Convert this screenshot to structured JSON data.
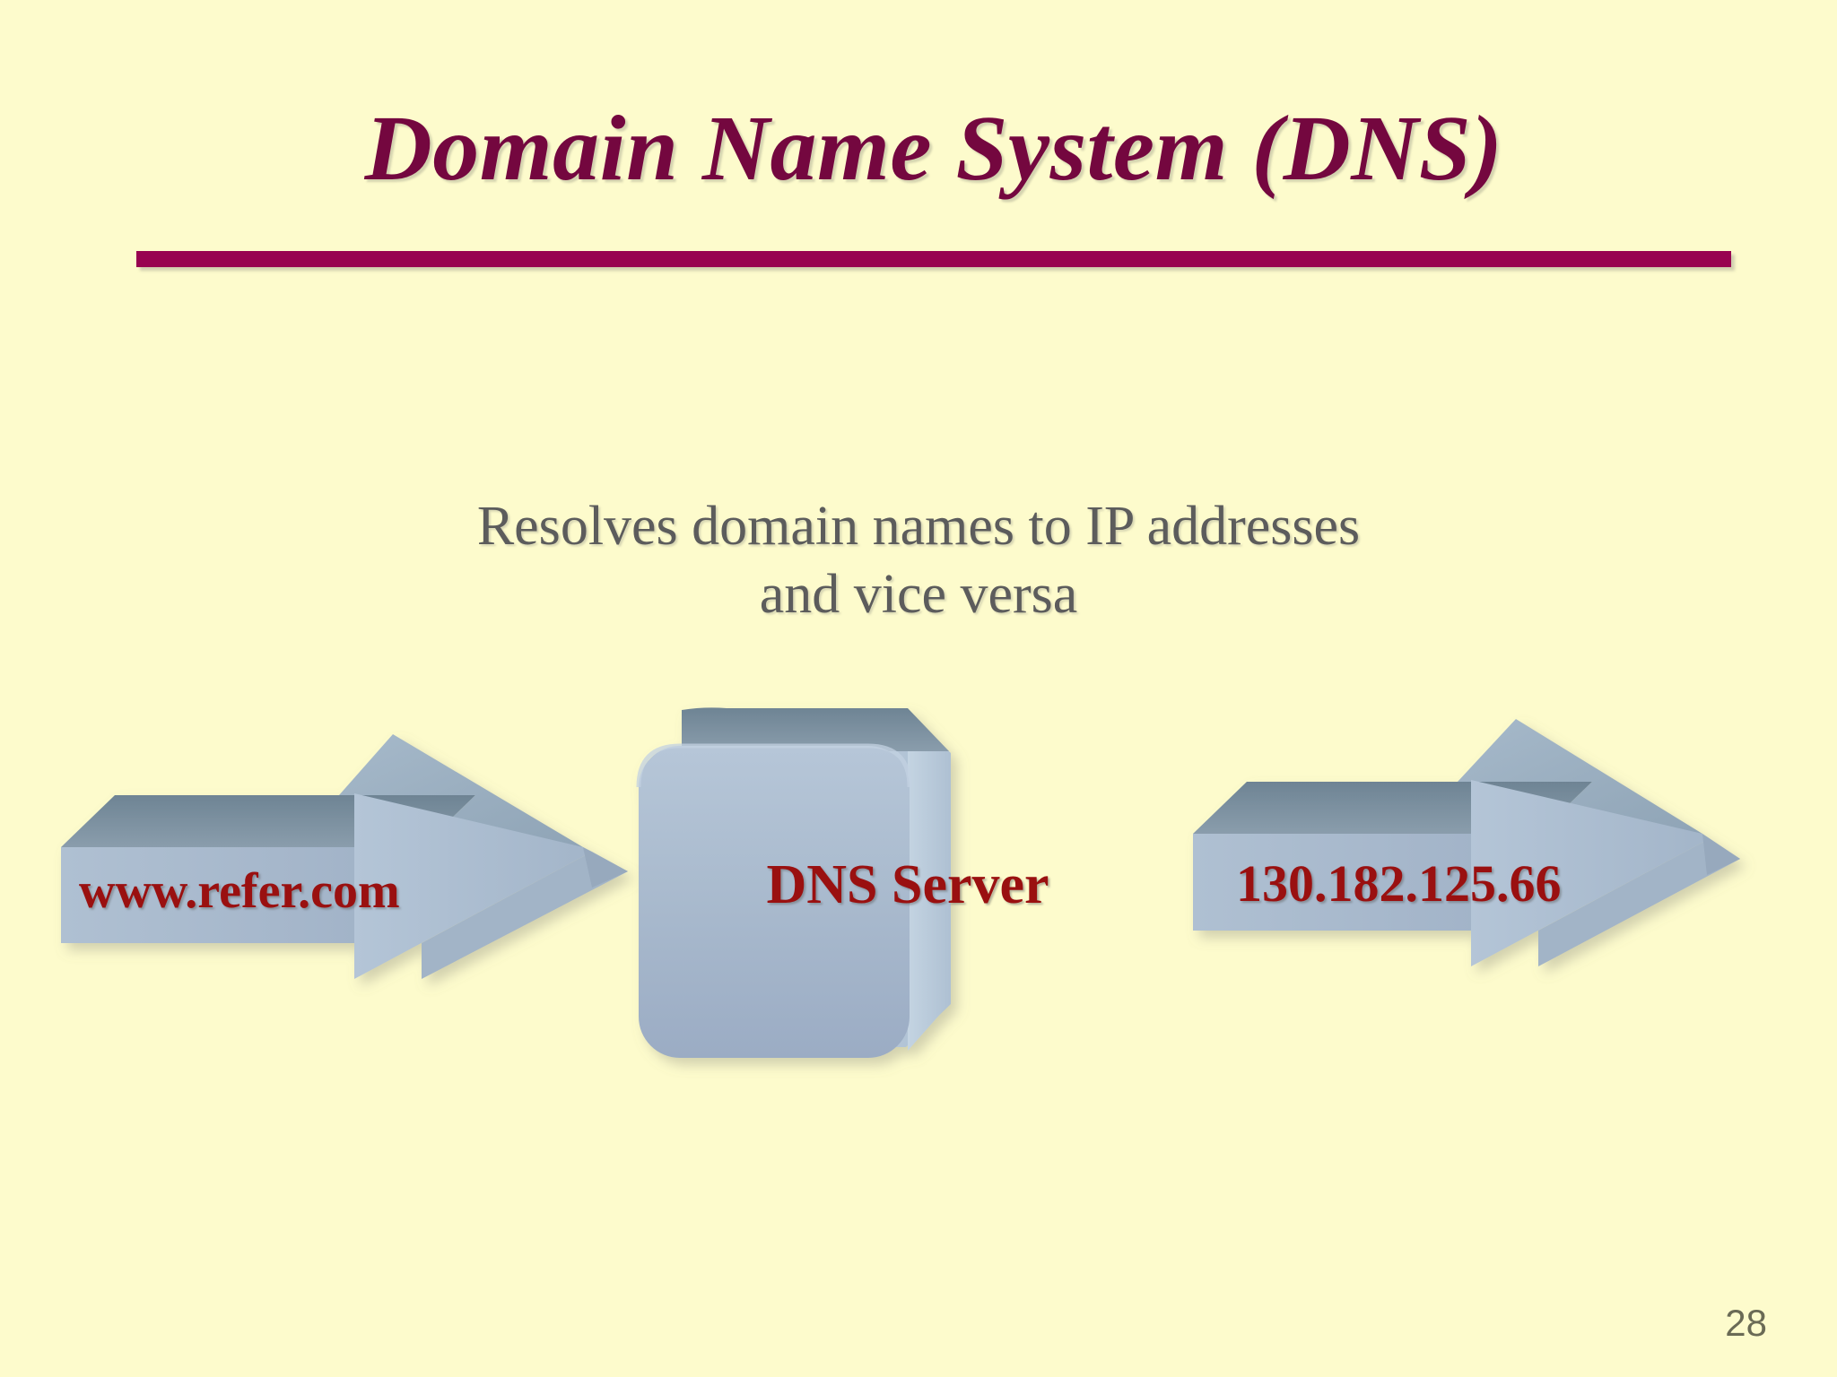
{
  "slide": {
    "title": "Domain Name System (DNS)",
    "subtitle_line1": "Resolves domain names to IP addresses",
    "subtitle_line2": "and vice versa",
    "page_number": "28"
  },
  "diagram": {
    "type": "flow",
    "server_box_label": "DNS Server",
    "input_arrow_label": "www.refer.com",
    "output_arrow_label": "130.182.125.66",
    "input_arrow_direction": "right",
    "output_arrow_direction": "right"
  },
  "colors": {
    "background": "#FDFBCC",
    "title_text": "#74073F",
    "title_rule": "#980350",
    "subtitle_text": "#5C5C5C",
    "label_text": "#9A1010",
    "shape_face": "#A9BACD",
    "shape_top": "#7D919F",
    "shape_side": "#BCCDDD",
    "page_number_text": "#6A6A55"
  }
}
